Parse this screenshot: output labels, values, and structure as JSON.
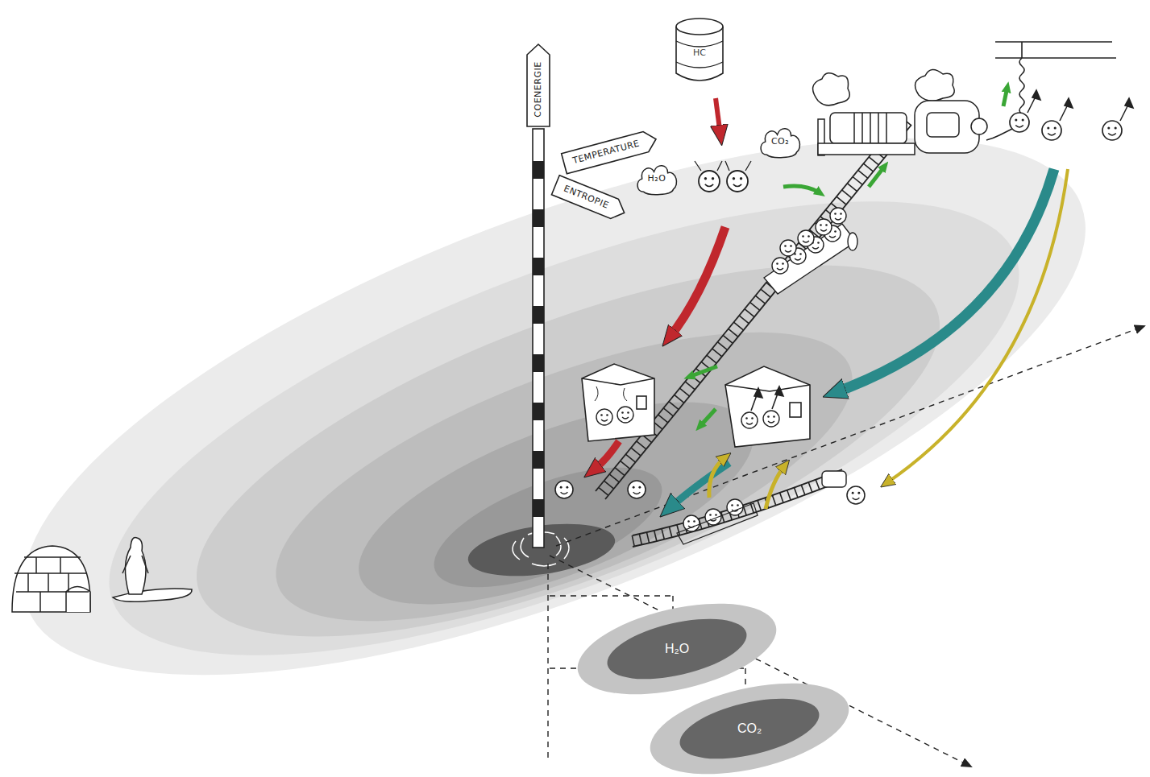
{
  "diagram": {
    "nodes": [
      {
        "text": [
          "COENERGIE"
        ]
      },
      {
        "text": [
          "TEMPERATURE"
        ]
      },
      {
        "text": [
          "ENTROPIE"
        ]
      },
      {
        "text": [
          "HC"
        ]
      },
      {
        "text": [
          "CO₂"
        ]
      },
      {
        "text": [
          "H₂O"
        ]
      },
      {
        "text": [
          "H₂O"
        ]
      },
      {
        "text": [
          "CO₂"
        ]
      }
    ]
  }
}
